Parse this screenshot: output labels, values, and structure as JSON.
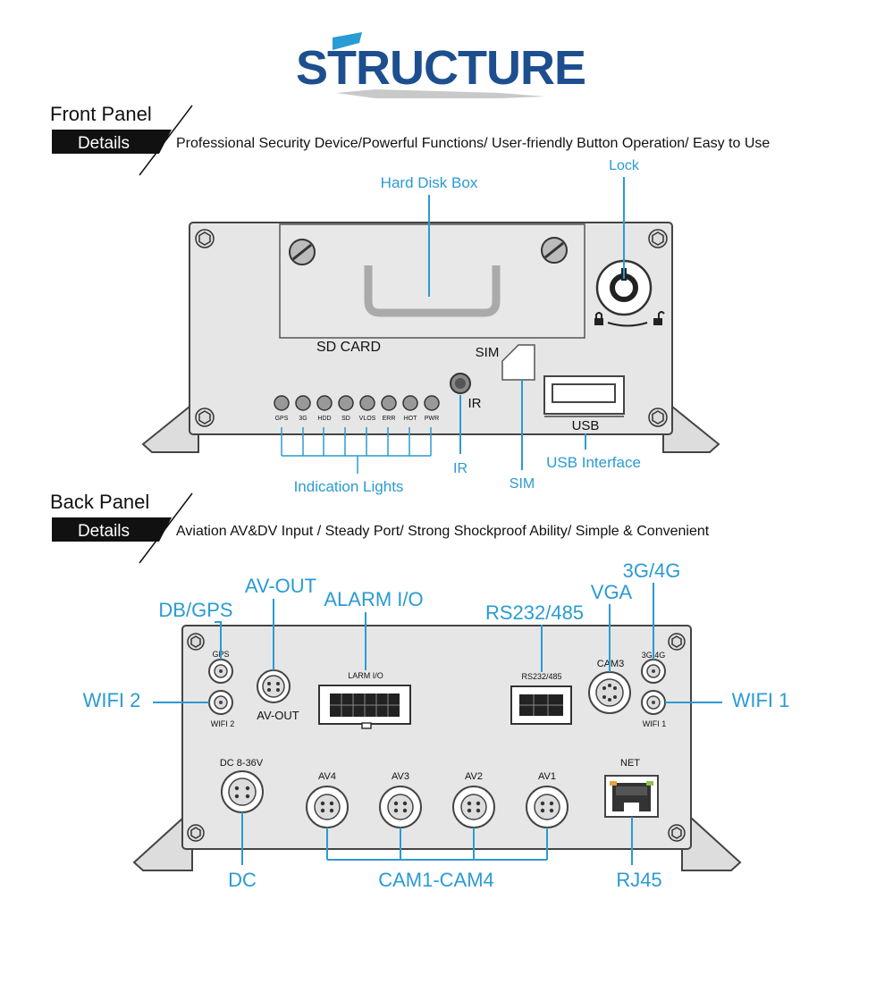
{
  "title": "STRUCTURE",
  "front": {
    "panel_label": "Front Panel",
    "details_label": "Details",
    "tagline": "Professional Security Device/Powerful Functions/ User-friendly Button Operation/ Easy to Use",
    "callouts": {
      "lock": "Lock",
      "hard_disk_box": "Hard Disk Box",
      "indication_lights": "Indication Lights",
      "ir": "IR",
      "sim": "SIM",
      "usb_interface": "USB Interface"
    },
    "device_labels": {
      "sd_card": "SD CARD",
      "sim": "SIM",
      "ir": "IR",
      "usb": "USB"
    },
    "leds": [
      "GPS",
      "3G",
      "HDD",
      "SD",
      "VLOS",
      "ERR",
      "HOT",
      "PWR"
    ]
  },
  "back": {
    "panel_label": "Back Panel",
    "details_label": "Details",
    "tagline": "Aviation AV&DV Input / Steady Port/ Strong Shockproof Ability/ Simple & Convenient",
    "callouts": {
      "db_gps": "DB/GPS",
      "av_out": "AV-OUT",
      "alarm_io": "ALARM I/O",
      "rs232_485": "RS232/485",
      "vga": "VGA",
      "g3g4": "3G/4G",
      "wifi2": "WIFI 2",
      "wifi1": "WIFI 1",
      "dc": "DC",
      "cam1_cam4": "CAM1-CAM4",
      "rj45": "RJ45"
    },
    "device_labels": {
      "gps": "GPS",
      "wifi2": "WIFI 2",
      "av_out": "AV-OUT",
      "larm_io": "LARM I/O",
      "rs232_485": "RS232/485",
      "cam3": "CAM3",
      "g3g4": "3G/4G",
      "wifi1": "WIFI 1",
      "dc": "DC 8-36V",
      "av4": "AV4",
      "av3": "AV3",
      "av2": "AV2",
      "av1": "AV1",
      "net": "NET"
    }
  },
  "colors": {
    "accent_blue": "#2a9bd4",
    "title_blue": "#1d4f8f",
    "panel_gray": "#e6e6e6"
  }
}
